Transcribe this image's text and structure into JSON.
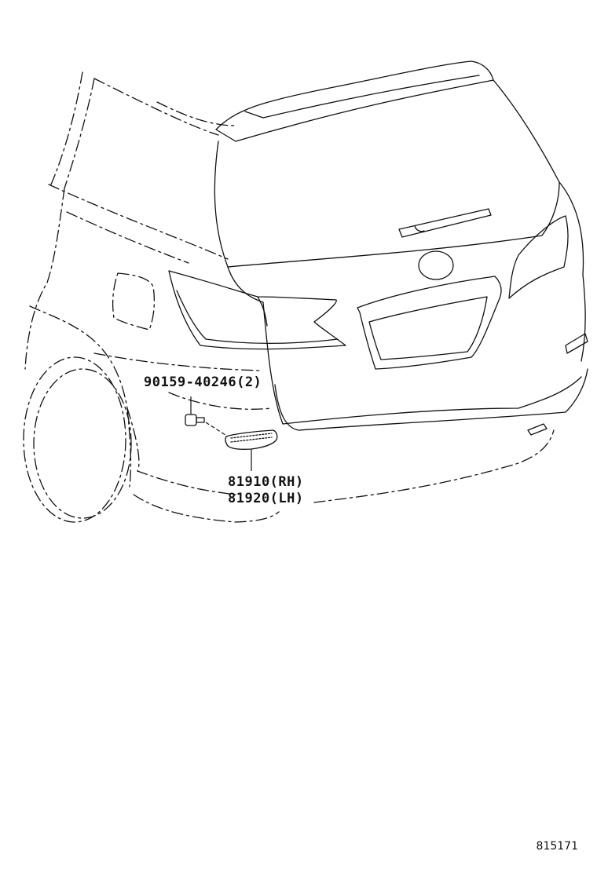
{
  "callouts": {
    "clip": "90159-40246(2)",
    "reflector_rh": "81910(RH)",
    "reflector_lh": "81920(LH)"
  },
  "diagram_id": "815171"
}
